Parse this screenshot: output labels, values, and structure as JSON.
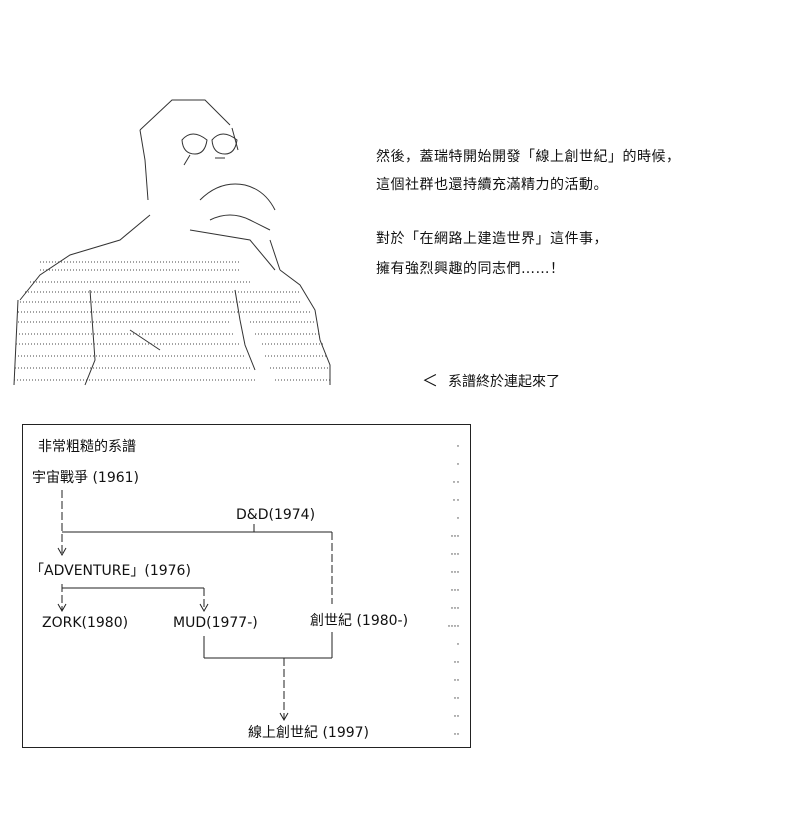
{
  "narration": {
    "line1": "然後，蓋瑞特開始開發「線上創世紀」的時候，",
    "line2": "這個社群也還持續充滿精力的活動。",
    "line3": "對於「在網路上建造世界」這件事，",
    "line4": "擁有強烈興趣的同志們……！"
  },
  "caption": {
    "marker": "＜",
    "text": "系譜終於連起來了"
  },
  "genealogy": {
    "title": "非常粗糙的系譜",
    "nodes": {
      "spacewar": "宇宙戰爭 (1961)",
      "dnd": "D&D(1974)",
      "adventure": "「ADVENTURE」(1976)",
      "zork": "ZORK(1980)",
      "mud": "MUD(1977-)",
      "ultima": "創世紀 (1980-)",
      "uo": "線上創世紀 (1997)"
    }
  },
  "colors": {
    "ink": "#111111",
    "background": "#ffffff"
  }
}
